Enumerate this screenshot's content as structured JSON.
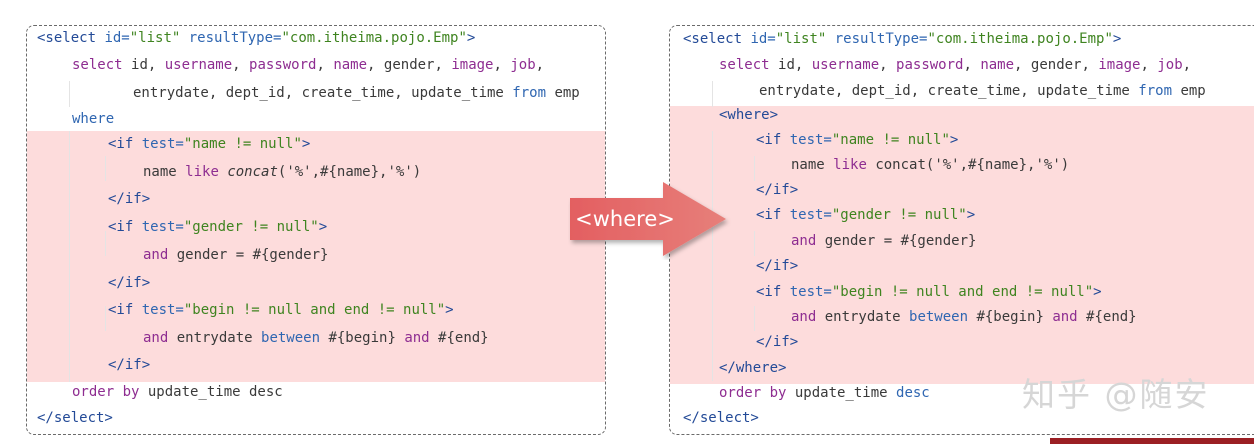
{
  "colors": {
    "highlight": "#fddcdc",
    "arrow": "#e06a6a",
    "tag": "#234a97",
    "attribute": "#2f66b1",
    "string": "#3f8420",
    "keyword": "#8e2d91",
    "text": "#3a3a3a",
    "border": "#6a6a6a"
  },
  "left_panel": {
    "lines": [
      [
        {
          "t": "<select ",
          "c": "tag"
        },
        {
          "t": "id=",
          "c": "attr"
        },
        {
          "t": "\"list\"",
          "c": "str"
        },
        {
          "t": " resultType=",
          "c": "attr"
        },
        {
          "t": "\"com.itheima.pojo.Emp\"",
          "c": "str"
        },
        {
          "t": ">",
          "c": "tag"
        }
      ],
      [
        {
          "t": "select ",
          "c": "kw"
        },
        {
          "t": "id, ",
          "c": "plain"
        },
        {
          "t": "username",
          "c": "kw"
        },
        {
          "t": ", ",
          "c": "plain"
        },
        {
          "t": "password",
          "c": "kw"
        },
        {
          "t": ", ",
          "c": "plain"
        },
        {
          "t": "name",
          "c": "kw"
        },
        {
          "t": ", gender, ",
          "c": "plain"
        },
        {
          "t": "image",
          "c": "kw"
        },
        {
          "t": ", ",
          "c": "plain"
        },
        {
          "t": "job",
          "c": "kw"
        },
        {
          "t": ",",
          "c": "plain"
        }
      ],
      [
        {
          "t": "entrydate, dept_id, create_time, update_time ",
          "c": "plain"
        },
        {
          "t": "from",
          "c": "attr"
        },
        {
          "t": " emp",
          "c": "plain"
        }
      ],
      [
        {
          "t": "where",
          "c": "attr"
        }
      ],
      [
        {
          "t": "<if ",
          "c": "tag"
        },
        {
          "t": "test=",
          "c": "attr"
        },
        {
          "t": "\"name != null\"",
          "c": "str"
        },
        {
          "t": ">",
          "c": "tag"
        }
      ],
      [
        {
          "t": "name ",
          "c": "plain"
        },
        {
          "t": "like ",
          "c": "kw"
        },
        {
          "t": "concat",
          "c": "ital"
        },
        {
          "t": "('%',#{name},'%')",
          "c": "plain"
        }
      ],
      [
        {
          "t": "</if>",
          "c": "tag"
        }
      ],
      [
        {
          "t": "<if ",
          "c": "tag"
        },
        {
          "t": "test=",
          "c": "attr"
        },
        {
          "t": "\"gender != null\"",
          "c": "str"
        },
        {
          "t": ">",
          "c": "tag"
        }
      ],
      [
        {
          "t": "and ",
          "c": "kw"
        },
        {
          "t": "gender = #{gender}",
          "c": "plain"
        }
      ],
      [
        {
          "t": "</if>",
          "c": "tag"
        }
      ],
      [
        {
          "t": "<if ",
          "c": "tag"
        },
        {
          "t": "test=",
          "c": "attr"
        },
        {
          "t": "\"begin != null and end != null\"",
          "c": "str"
        },
        {
          "t": ">",
          "c": "tag"
        }
      ],
      [
        {
          "t": "and ",
          "c": "kw"
        },
        {
          "t": "entrydate ",
          "c": "plain"
        },
        {
          "t": "between ",
          "c": "attr"
        },
        {
          "t": "#{begin} ",
          "c": "plain"
        },
        {
          "t": "and ",
          "c": "kw"
        },
        {
          "t": "#{end}",
          "c": "plain"
        }
      ],
      [
        {
          "t": "</if>",
          "c": "tag"
        }
      ],
      [
        {
          "t": "order by ",
          "c": "kw"
        },
        {
          "t": "update_time desc",
          "c": "plain"
        }
      ],
      [
        {
          "t": "</select>",
          "c": "tag"
        }
      ]
    ]
  },
  "right_panel": {
    "lines": [
      [
        {
          "t": "<select ",
          "c": "tag"
        },
        {
          "t": "id=",
          "c": "attr"
        },
        {
          "t": "\"list\"",
          "c": "str"
        },
        {
          "t": " resultType=",
          "c": "attr"
        },
        {
          "t": "\"com.itheima.pojo.Emp\"",
          "c": "str"
        },
        {
          "t": ">",
          "c": "tag"
        }
      ],
      [
        {
          "t": "select ",
          "c": "kw"
        },
        {
          "t": "id, ",
          "c": "plain"
        },
        {
          "t": "username",
          "c": "kw"
        },
        {
          "t": ", ",
          "c": "plain"
        },
        {
          "t": "password",
          "c": "kw"
        },
        {
          "t": ", ",
          "c": "plain"
        },
        {
          "t": "name",
          "c": "kw"
        },
        {
          "t": ", gender, ",
          "c": "plain"
        },
        {
          "t": "image",
          "c": "kw"
        },
        {
          "t": ", ",
          "c": "plain"
        },
        {
          "t": "job",
          "c": "kw"
        },
        {
          "t": ",",
          "c": "plain"
        }
      ],
      [
        {
          "t": "entrydate, dept_id, create_time, update_time ",
          "c": "plain"
        },
        {
          "t": "from",
          "c": "attr"
        },
        {
          "t": " emp",
          "c": "plain"
        }
      ],
      [
        {
          "t": "<where>",
          "c": "tag"
        }
      ],
      [
        {
          "t": "<if ",
          "c": "tag"
        },
        {
          "t": "test=",
          "c": "attr"
        },
        {
          "t": "\"name != null\"",
          "c": "str"
        },
        {
          "t": ">",
          "c": "tag"
        }
      ],
      [
        {
          "t": "name ",
          "c": "plain"
        },
        {
          "t": "like ",
          "c": "kw"
        },
        {
          "t": "concat('%',#{name},'%')",
          "c": "plain"
        }
      ],
      [
        {
          "t": "</if>",
          "c": "tag"
        }
      ],
      [
        {
          "t": "<if ",
          "c": "tag"
        },
        {
          "t": "test=",
          "c": "attr"
        },
        {
          "t": "\"gender != null\"",
          "c": "str"
        },
        {
          "t": ">",
          "c": "tag"
        }
      ],
      [
        {
          "t": "and ",
          "c": "kw"
        },
        {
          "t": "gender = #{gender}",
          "c": "plain"
        }
      ],
      [
        {
          "t": "</if>",
          "c": "tag"
        }
      ],
      [
        {
          "t": "<if ",
          "c": "tag"
        },
        {
          "t": "test=",
          "c": "attr"
        },
        {
          "t": "\"begin != null and end != null\"",
          "c": "str"
        },
        {
          "t": ">",
          "c": "tag"
        }
      ],
      [
        {
          "t": "and ",
          "c": "kw"
        },
        {
          "t": "entrydate ",
          "c": "plain"
        },
        {
          "t": "between ",
          "c": "attr"
        },
        {
          "t": "#{begin} ",
          "c": "plain"
        },
        {
          "t": "and ",
          "c": "kw"
        },
        {
          "t": "#{end}",
          "c": "plain"
        }
      ],
      [
        {
          "t": "</if>",
          "c": "tag"
        }
      ],
      [
        {
          "t": "</where>",
          "c": "tag"
        }
      ],
      [
        {
          "t": "order by ",
          "c": "kw"
        },
        {
          "t": "update_time ",
          "c": "plain"
        },
        {
          "t": "desc",
          "c": "attr"
        }
      ],
      [
        {
          "t": "</select>",
          "c": "tag"
        }
      ]
    ]
  },
  "arrow": {
    "label": "<where>"
  },
  "watermark": "知乎 @随安"
}
